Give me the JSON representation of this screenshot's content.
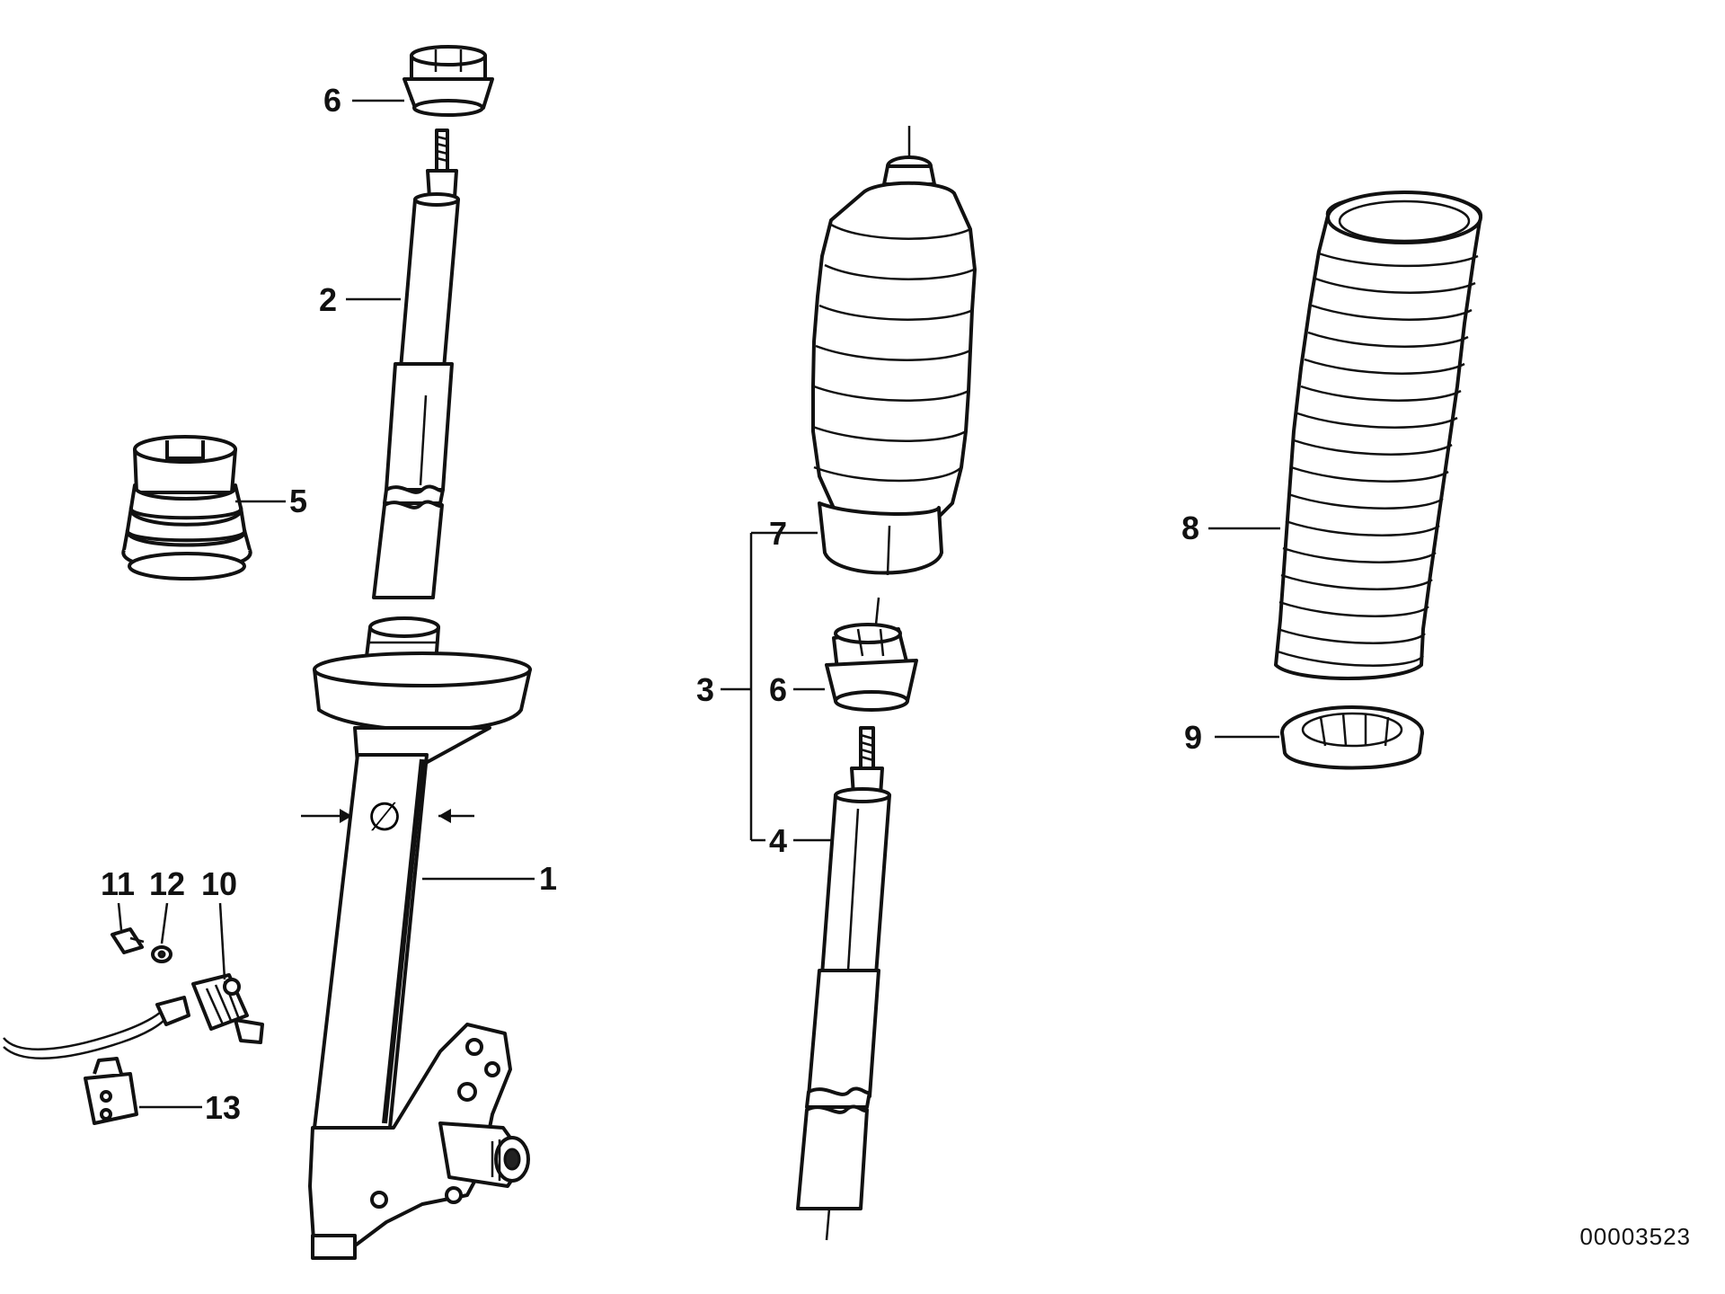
{
  "diagram": {
    "callouts": {
      "c1": "1",
      "c2": "2",
      "c3": "3",
      "c4": "4",
      "c5": "5",
      "c6a": "6",
      "c6b": "6",
      "c7": "7",
      "c8": "8",
      "c9": "9",
      "c10": "10",
      "c11": "11",
      "c12": "12",
      "c13": "13"
    },
    "diameter_symbol": "∅",
    "document_id": "00003523"
  }
}
